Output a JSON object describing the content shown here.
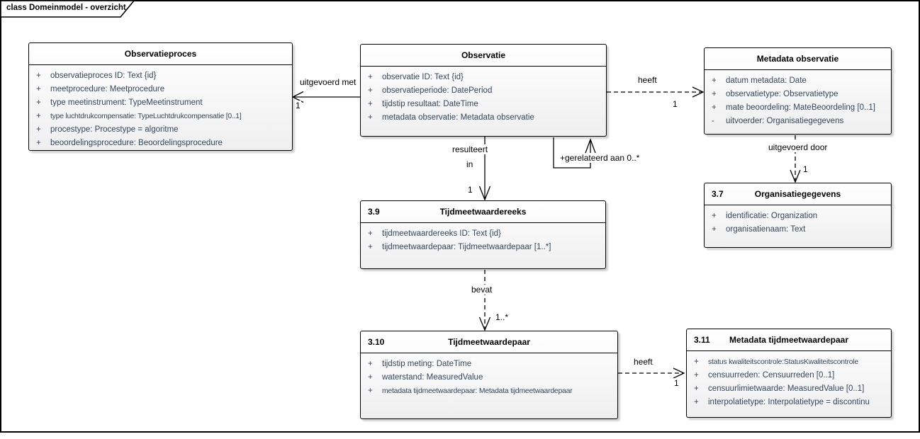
{
  "frame": {
    "label": "class Domeinmodel - overzicht"
  },
  "colors": {
    "canvas": "#ffffff",
    "border": "#000000",
    "box_fill_top": "#ffffff",
    "box_fill_bottom": "#efefef",
    "attribute_text": "#33475c"
  },
  "classes": [
    {
      "number": "",
      "name": "Observatieproces",
      "attributes": [
        {
          "vis": "+",
          "text": "observatieproces ID: Text {id}"
        },
        {
          "vis": "+",
          "text": "meetprocedure: Meetprocedure"
        },
        {
          "vis": "+",
          "text": "type meetinstrument: TypeMeetinstrument"
        },
        {
          "vis": "+",
          "text": "type luchtdrukcompensatie: TypeLuchtdrukcompensatie [0..1]"
        },
        {
          "vis": "+",
          "text": "procestype: Procestype = algoritme"
        },
        {
          "vis": "+",
          "text": "beoordelingsprocedure: Beoordelingsprocedure"
        }
      ]
    },
    {
      "number": "",
      "name": "Observatie",
      "attributes": [
        {
          "vis": "+",
          "text": "observatie ID: Text {id}"
        },
        {
          "vis": "+",
          "text": "observatieperiode: DatePeriod"
        },
        {
          "vis": "+",
          "text": "tijdstip resultaat: DateTime"
        },
        {
          "vis": "+",
          "text": "metadata observatie: Metadata observatie"
        }
      ]
    },
    {
      "number": "",
      "name": "Metadata observatie",
      "attributes": [
        {
          "vis": "+",
          "text": "datum metadata: Date"
        },
        {
          "vis": "+",
          "text": "observatietype: Observatietype"
        },
        {
          "vis": "+",
          "text": "mate beoordeling: MateBeoordeling [0..1]"
        },
        {
          "vis": "-",
          "text": "uitvoerder: Organisatiegegevens"
        }
      ]
    },
    {
      "number": "3.7",
      "name": "Organisatiegegevens",
      "attributes": [
        {
          "vis": "+",
          "text": "identificatie: Organization"
        },
        {
          "vis": "+",
          "text": "organisatienaam: Text"
        }
      ]
    },
    {
      "number": "3.9",
      "name": "Tijdmeetwaardereeks",
      "attributes": [
        {
          "vis": "+",
          "text": "tijdmeetwaardereeks ID: Text {id}"
        },
        {
          "vis": "+",
          "text": "tijdmeetwaardepaar: Tijdmeetwaardepaar [1..*]"
        }
      ]
    },
    {
      "number": "3.10",
      "name": "Tijdmeetwaardepaar",
      "attributes": [
        {
          "vis": "+",
          "text": "tijdstip meting: DateTime"
        },
        {
          "vis": "+",
          "text": "waterstand: MeasuredValue"
        },
        {
          "vis": "+",
          "text": "metadata tijdmeetwaardepaar: Metadata tijdmeetwaardepaar"
        }
      ]
    },
    {
      "number": "3.11",
      "name": "Metadata tijdmeetwaardepaar",
      "attributes": [
        {
          "vis": "+",
          "text": "status kwaliteitscontrole:StatusKwaliteitscontrole"
        },
        {
          "vis": "+",
          "text": "censuurreden: Censuurreden [0..1]"
        },
        {
          "vis": "+",
          "text": "censuurlimietwaarde: MeasuredValue [0..1]"
        },
        {
          "vis": "+",
          "text": "interpolatietype: Interpolatietype = discontinu"
        }
      ]
    }
  ],
  "connectors": [
    {
      "label": "uitgevoerd met",
      "multiplicity": "1",
      "style": "solid",
      "from": "Observatie",
      "to": "Observatieproces"
    },
    {
      "label": "heeft",
      "multiplicity": "1",
      "style": "dashed",
      "from": "Observatie",
      "to": "Metadata observatie"
    },
    {
      "label_line1": "resulteert",
      "label_line2": "in",
      "multiplicity": "1",
      "style": "solid",
      "from": "Observatie",
      "to": "Tijdmeetwaardereeks"
    },
    {
      "label": "+gerelateerd aan 0..*",
      "style": "solid",
      "from": "Observatie",
      "to": "Observatie"
    },
    {
      "label": "uitgevoerd door",
      "multiplicity": "1",
      "style": "dashed",
      "from": "Metadata observatie",
      "to": "Organisatiegegevens"
    },
    {
      "label": "bevat",
      "multiplicity": "1..*",
      "style": "dashed",
      "from": "Tijdmeetwaardereeks",
      "to": "Tijdmeetwaardepaar"
    },
    {
      "label": "heeft",
      "multiplicity": "1",
      "style": "dashed",
      "from": "Tijdmeetwaardepaar",
      "to": "Metadata tijdmeetwaardepaar"
    }
  ]
}
